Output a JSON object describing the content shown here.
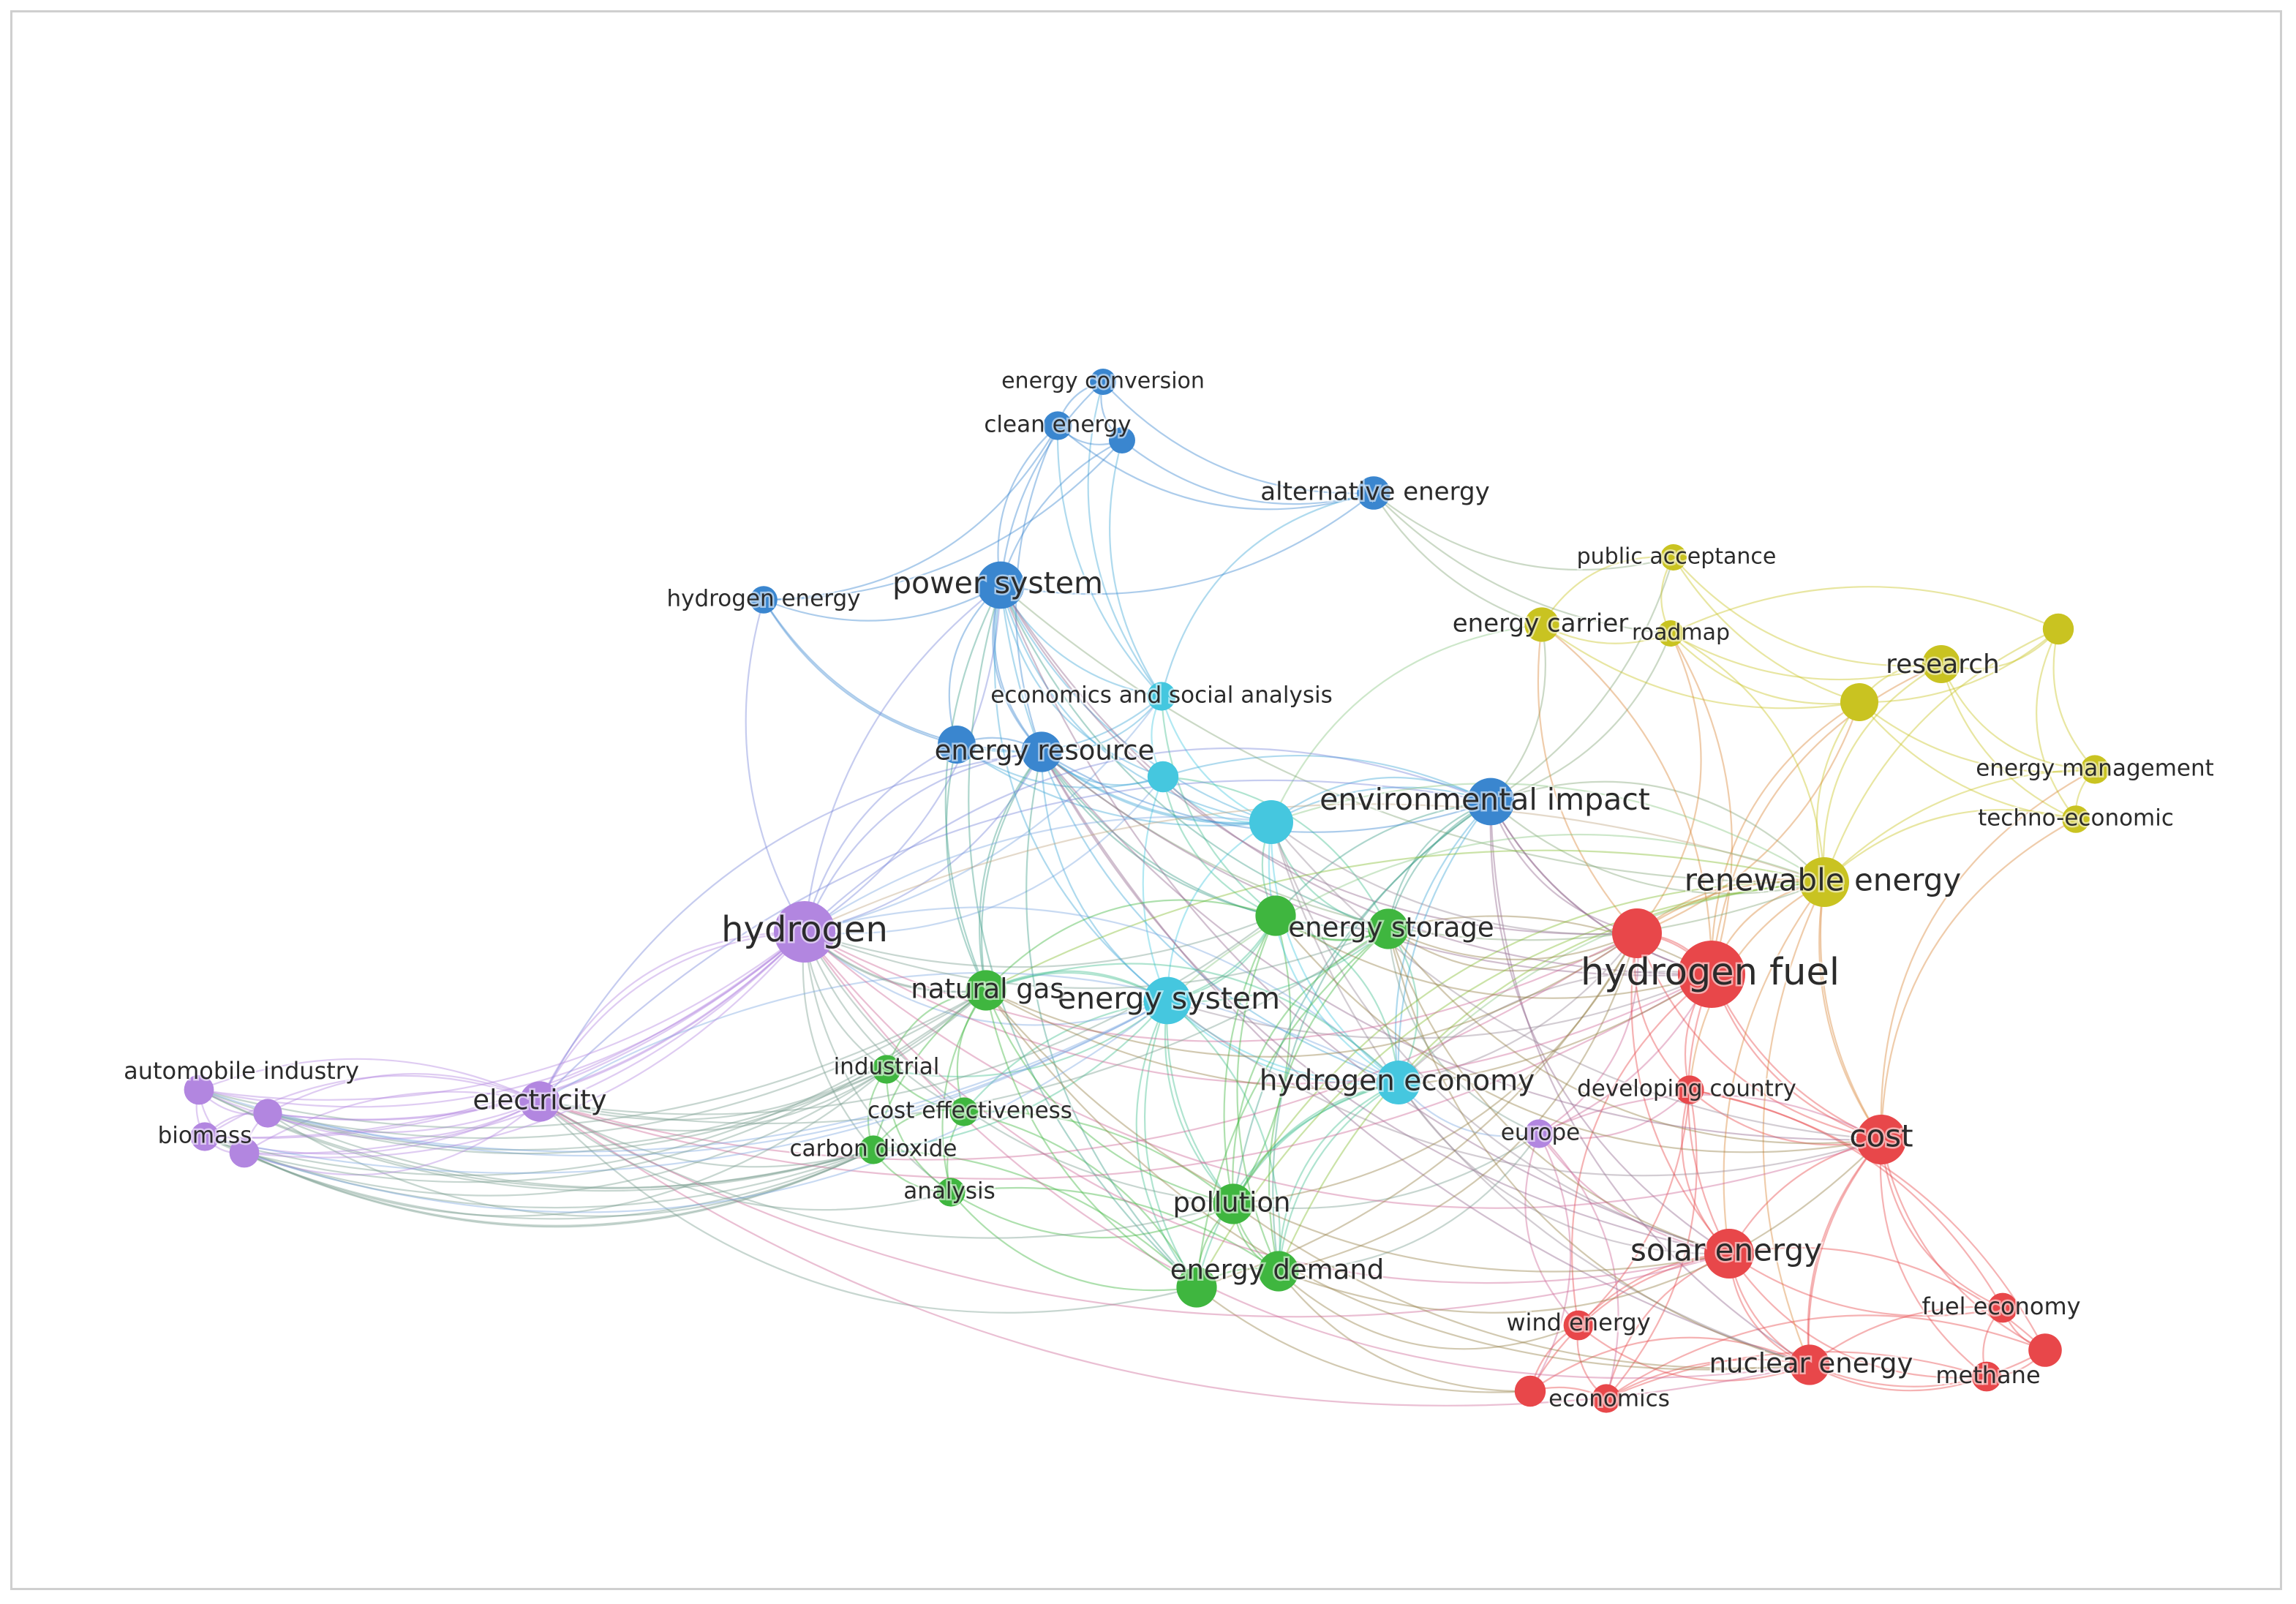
{
  "network": {
    "clusters": {
      "red": "#e8474a",
      "green": "#3fb63f",
      "blue": "#3a86cf",
      "yellow": "#c9c321",
      "purple": "#b286e0",
      "cyan": "#45c7df"
    },
    "nodes": [
      {
        "id": "energy conversion",
        "label": "energy conversion",
        "cluster": "blue",
        "weight": 1
      },
      {
        "id": "clean energy",
        "label": "clean energy",
        "cluster": "blue",
        "weight": 1.2
      },
      {
        "id": "clean-b",
        "label": "",
        "cluster": "blue",
        "weight": 1
      },
      {
        "id": "alternative energy",
        "label": "alternative energy",
        "cluster": "blue",
        "weight": 1.6
      },
      {
        "id": "hydrogen energy",
        "label": "hydrogen energy",
        "cluster": "blue",
        "weight": 1.1
      },
      {
        "id": "power system",
        "label": "power system",
        "cluster": "blue",
        "weight": 2.8
      },
      {
        "id": "energy resource",
        "label": "energy resource",
        "cluster": "blue",
        "weight": 2.2
      },
      {
        "id": "res-b",
        "label": "",
        "cluster": "blue",
        "weight": 2
      },
      {
        "id": "environmental impact",
        "label": "environmental impact",
        "cluster": "blue",
        "weight": 2.8
      },
      {
        "id": "public acceptance",
        "label": "public acceptance",
        "cluster": "yellow",
        "weight": 1
      },
      {
        "id": "energy carrier",
        "label": "energy carrier",
        "cluster": "yellow",
        "weight": 1.7
      },
      {
        "id": "roadmap",
        "label": "roadmap",
        "cluster": "yellow",
        "weight": 1
      },
      {
        "id": "research",
        "label": "research",
        "cluster": "yellow",
        "weight": 2
      },
      {
        "id": "yel-a",
        "label": "",
        "cluster": "yellow",
        "weight": 2
      },
      {
        "id": "yel-b",
        "label": "",
        "cluster": "yellow",
        "weight": 1.4
      },
      {
        "id": "energy management",
        "label": "energy management",
        "cluster": "yellow",
        "weight": 1.2
      },
      {
        "id": "techno-economic",
        "label": "techno-economic",
        "cluster": "yellow",
        "weight": 1.1
      },
      {
        "id": "renewable energy",
        "label": "renewable energy",
        "cluster": "yellow",
        "weight": 3
      },
      {
        "id": "economics and social analysis",
        "label": "economics and social analysis",
        "cluster": "cyan",
        "weight": 1.2
      },
      {
        "id": "cyan-a",
        "label": "",
        "cluster": "cyan",
        "weight": 1.4
      },
      {
        "id": "cyan-b",
        "label": "",
        "cluster": "cyan",
        "weight": 2.5
      },
      {
        "id": "energy system",
        "label": "energy system",
        "cluster": "cyan",
        "weight": 2.8
      },
      {
        "id": "hydrogen economy",
        "label": "hydrogen economy",
        "cluster": "cyan",
        "weight": 2.5
      },
      {
        "id": "hydrogen",
        "label": "hydrogen",
        "cluster": "purple",
        "weight": 4
      },
      {
        "id": "electricity",
        "label": "electricity",
        "cluster": "purple",
        "weight": 2.2
      },
      {
        "id": "automobile industry",
        "label": "automobile industry",
        "cluster": "purple",
        "weight": 1.3
      },
      {
        "id": "pur-a",
        "label": "",
        "cluster": "purple",
        "weight": 1.2
      },
      {
        "id": "biomass",
        "label": "biomass",
        "cluster": "purple",
        "weight": 1.2
      },
      {
        "id": "pur-b",
        "label": "",
        "cluster": "purple",
        "weight": 1.3
      },
      {
        "id": "europe",
        "label": "europe",
        "cluster": "purple",
        "weight": 1.2
      },
      {
        "id": "grn-a",
        "label": "",
        "cluster": "green",
        "weight": 2.2
      },
      {
        "id": "energy storage",
        "label": "energy storage",
        "cluster": "green",
        "weight": 2.2
      },
      {
        "id": "natural gas",
        "label": "natural gas",
        "cluster": "green",
        "weight": 2.2
      },
      {
        "id": "industrial",
        "label": "industrial",
        "cluster": "green",
        "weight": 1.2
      },
      {
        "id": "cost effectiveness",
        "label": "cost effectiveness",
        "cluster": "green",
        "weight": 1.2
      },
      {
        "id": "carbon dioxide",
        "label": "carbon dioxide",
        "cluster": "green",
        "weight": 1.2
      },
      {
        "id": "analysis",
        "label": "analysis",
        "cluster": "green",
        "weight": 1.2
      },
      {
        "id": "pollution",
        "label": "pollution",
        "cluster": "green",
        "weight": 2.2
      },
      {
        "id": "energy demand",
        "label": "energy demand",
        "cluster": "green",
        "weight": 2.2
      },
      {
        "id": "grn-b",
        "label": "",
        "cluster": "green",
        "weight": 2.2
      },
      {
        "id": "hydrogen fuel",
        "label": "hydrogen fuel",
        "cluster": "red",
        "weight": 4.5
      },
      {
        "id": "red-a",
        "label": "",
        "cluster": "red",
        "weight": 3
      },
      {
        "id": "developing country",
        "label": "developing country",
        "cluster": "red",
        "weight": 1.2
      },
      {
        "id": "cost",
        "label": "cost",
        "cluster": "red",
        "weight": 3
      },
      {
        "id": "solar energy",
        "label": "solar energy",
        "cluster": "red",
        "weight": 3
      },
      {
        "id": "wind energy",
        "label": "wind energy",
        "cluster": "red",
        "weight": 1.3
      },
      {
        "id": "fuel economy",
        "label": "fuel economy",
        "cluster": "red",
        "weight": 1.3
      },
      {
        "id": "nuclear energy",
        "label": "nuclear energy",
        "cluster": "red",
        "weight": 2.2
      },
      {
        "id": "methane",
        "label": "methane",
        "cluster": "red",
        "weight": 1.3
      },
      {
        "id": "red-b",
        "label": "",
        "cluster": "red",
        "weight": 1.6
      },
      {
        "id": "economics",
        "label": "economics",
        "cluster": "red",
        "weight": 1.2
      },
      {
        "id": "red-c",
        "label": "",
        "cluster": "red",
        "weight": 1.4
      }
    ]
  }
}
